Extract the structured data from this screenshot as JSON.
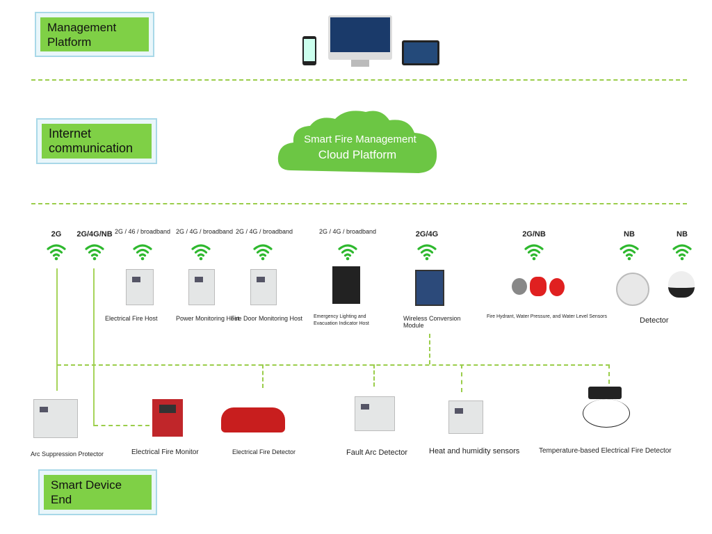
{
  "tiers": {
    "management": "Management Platform",
    "internet": "Internet communication",
    "device_end": "Smart Device End"
  },
  "cloud": {
    "line1": "Smart Fire Management",
    "line2": "Cloud Platform",
    "color": "#6cc644"
  },
  "wireless": [
    {
      "network": "2G"
    },
    {
      "network": "2G/4G/NB"
    },
    {
      "network": "2G / 46 / broadband",
      "device": "Electrical Fire Host"
    },
    {
      "network": "2G / 4G / broadband",
      "device": "Power Monitoring Host"
    },
    {
      "network": "2G / 4G / broadband",
      "device": "Fire Door Monitoring Host"
    },
    {
      "network": "2G / 4G / broadband",
      "device": "Emergency Lighting and Evacuation Indicator Host"
    },
    {
      "network": "2G/4G",
      "device": "Wireless Conversion Module"
    },
    {
      "network": "2G/NB",
      "device": "Fire Hydrant, Water Pressure, and Water Level Sensors"
    },
    {
      "network": "NB",
      "device": "Detector"
    },
    {
      "network": "NB"
    }
  ],
  "bottom_devices": [
    "Arc Suppression Protector",
    "Electrical Fire Monitor",
    "Electrical Fire Detector",
    "Fault Arc Detector",
    "Heat and humidity sensors",
    "Temperature-based Electrical Fire Detector"
  ],
  "colors": {
    "tier_green": "#7fd046",
    "wifi": "#2eb82e",
    "dashed_line": "#9acd4a"
  }
}
